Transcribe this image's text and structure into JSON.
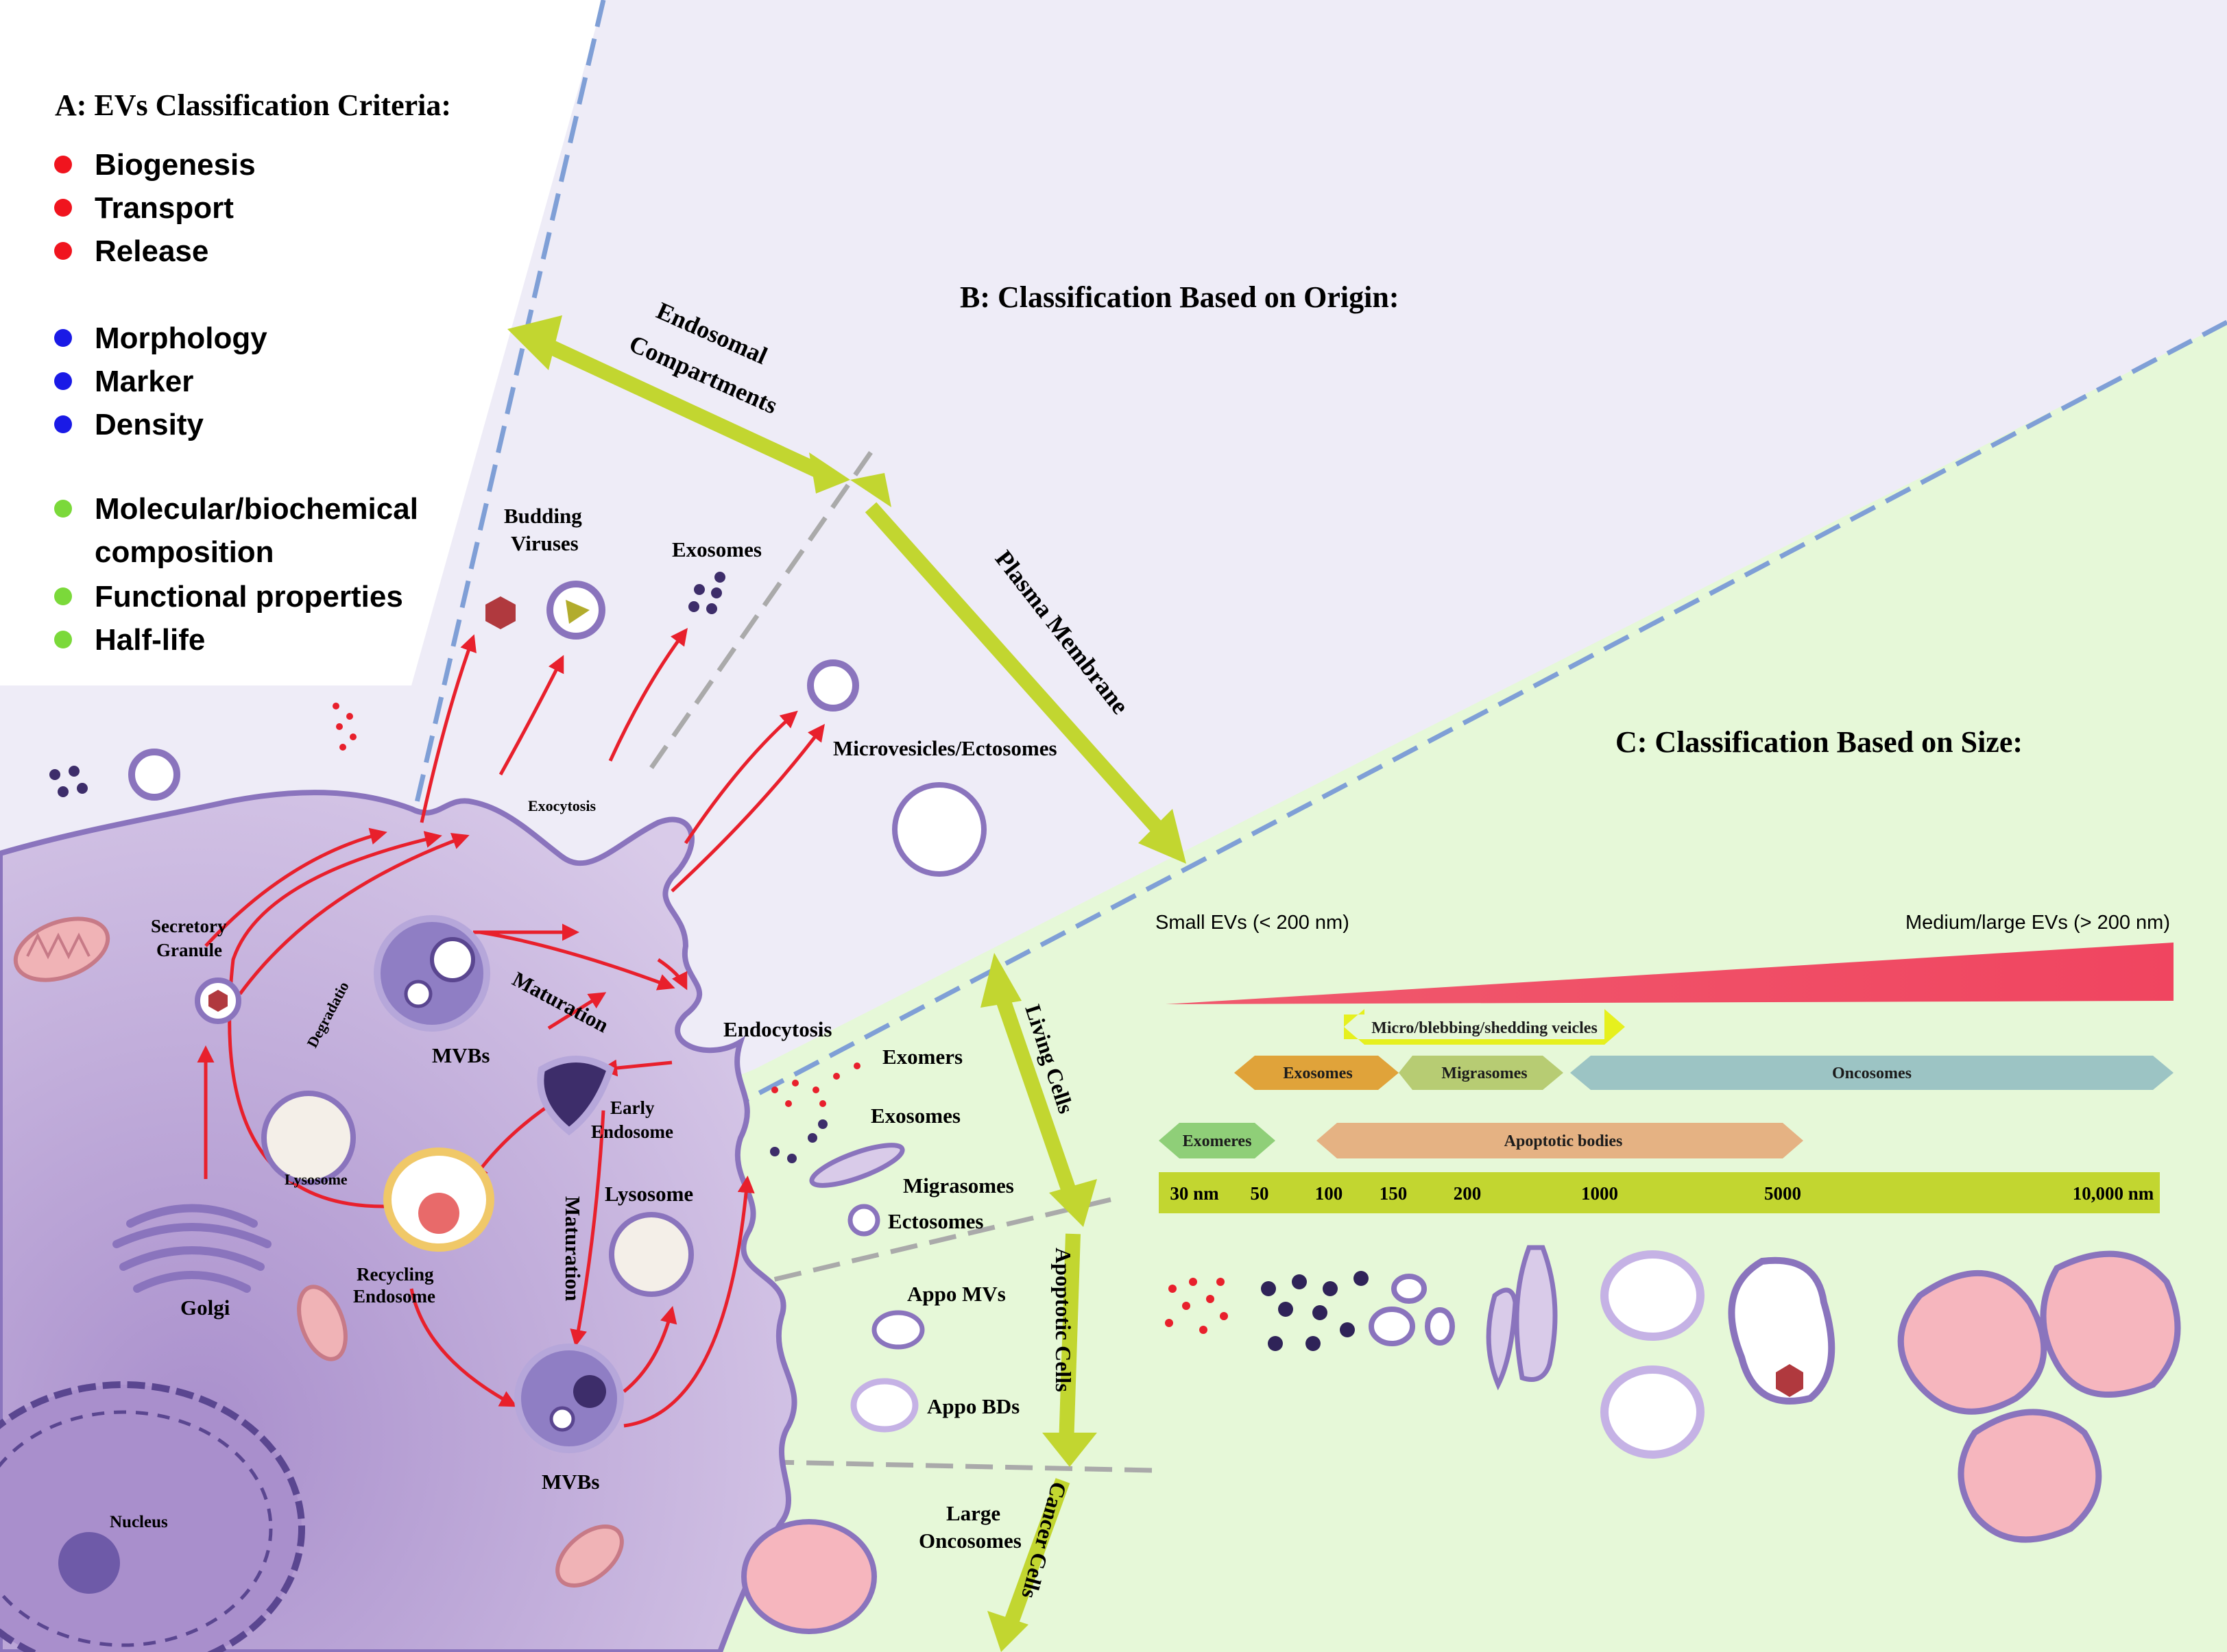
{
  "panelA": {
    "title": "A: EVs Classification Criteria:",
    "groups": [
      {
        "color": "#f0141e",
        "items": [
          "Biogenesis",
          "Transport",
          "Release"
        ]
      },
      {
        "color": "#1a1ae6",
        "items": [
          "Morphology",
          "Marker",
          "Density"
        ]
      },
      {
        "color": "#7bd93a",
        "items": [
          "Molecular/biochemical",
          "composition",
          "Functional properties",
          "Half-life"
        ]
      }
    ]
  },
  "panelB": {
    "title": "B: Classification Based on Origin:",
    "arrow_endosomal": [
      "Endosomal",
      "Compartments"
    ],
    "arrow_plasma": "Plasma Membrane",
    "labels": {
      "budding": [
        "Budding",
        "Viruses"
      ],
      "exosomes_top": "Exosomes",
      "microvesicles": "Microvesicles/Ectosomes",
      "exocytosis": "Exocytosis",
      "secretory": [
        "Secretory",
        "Granule"
      ],
      "degradation": "Degradatio",
      "lysosome_small": "Lysosome",
      "mvbs_top": "MVBs",
      "maturation_top": "Maturation",
      "early_endosome": [
        "Early",
        "Endosome"
      ],
      "endocytosis": "Endocytosis",
      "recycling": [
        "Recycling",
        "Endosome"
      ],
      "golgi": "Golgi",
      "maturation_vertical": "Maturation",
      "lysosome": "Lysosome",
      "mvbs_bottom": "MVBs",
      "nucleus": "Nucleus"
    },
    "side": {
      "exomers": "Exomers",
      "exosomes": "Exosomes",
      "migrasomes": "Migrasomes",
      "ectosomes": "Ectosomes",
      "appo_mvs": "Appo MVs",
      "appo_bds": "Appo BDs",
      "large_oncosomes": [
        "Large",
        "Oncosomes"
      ]
    },
    "cell_arrows": [
      "Living Cells",
      "Apoptotic Cells",
      "Cancer Cells"
    ]
  },
  "panelC": {
    "title": "C: Classification Based on Size:",
    "small": "Small EVs (< 200 nm)",
    "large": "Medium/large EVs (> 200 nm)",
    "ruler": [
      "30 nm",
      "50",
      "100",
      "150",
      "200",
      "1000",
      "5000",
      "10,000 nm"
    ],
    "ranges": [
      {
        "label": "Micro/blebbing/shedding veicles",
        "color": "#e6f01e"
      },
      {
        "label": "Exosomes",
        "color": "#e0a33a"
      },
      {
        "label": "Migrasomes",
        "color": "#b7cc73"
      },
      {
        "label": "Oncosomes",
        "color": "#9cc4c4"
      },
      {
        "label": "Exomeres",
        "color": "#8fcf78"
      },
      {
        "label": "Apoptotic bodies",
        "color": "#e5b283"
      }
    ]
  },
  "colors": {
    "panelB_bg": "#eeecf7",
    "panelC_bg": "#e6f8d8",
    "cell": "#c2aedd",
    "arrow_red": "#e8202c",
    "arrow_yellow": "#c2d630",
    "divider_blue": "#7f9fd6"
  }
}
